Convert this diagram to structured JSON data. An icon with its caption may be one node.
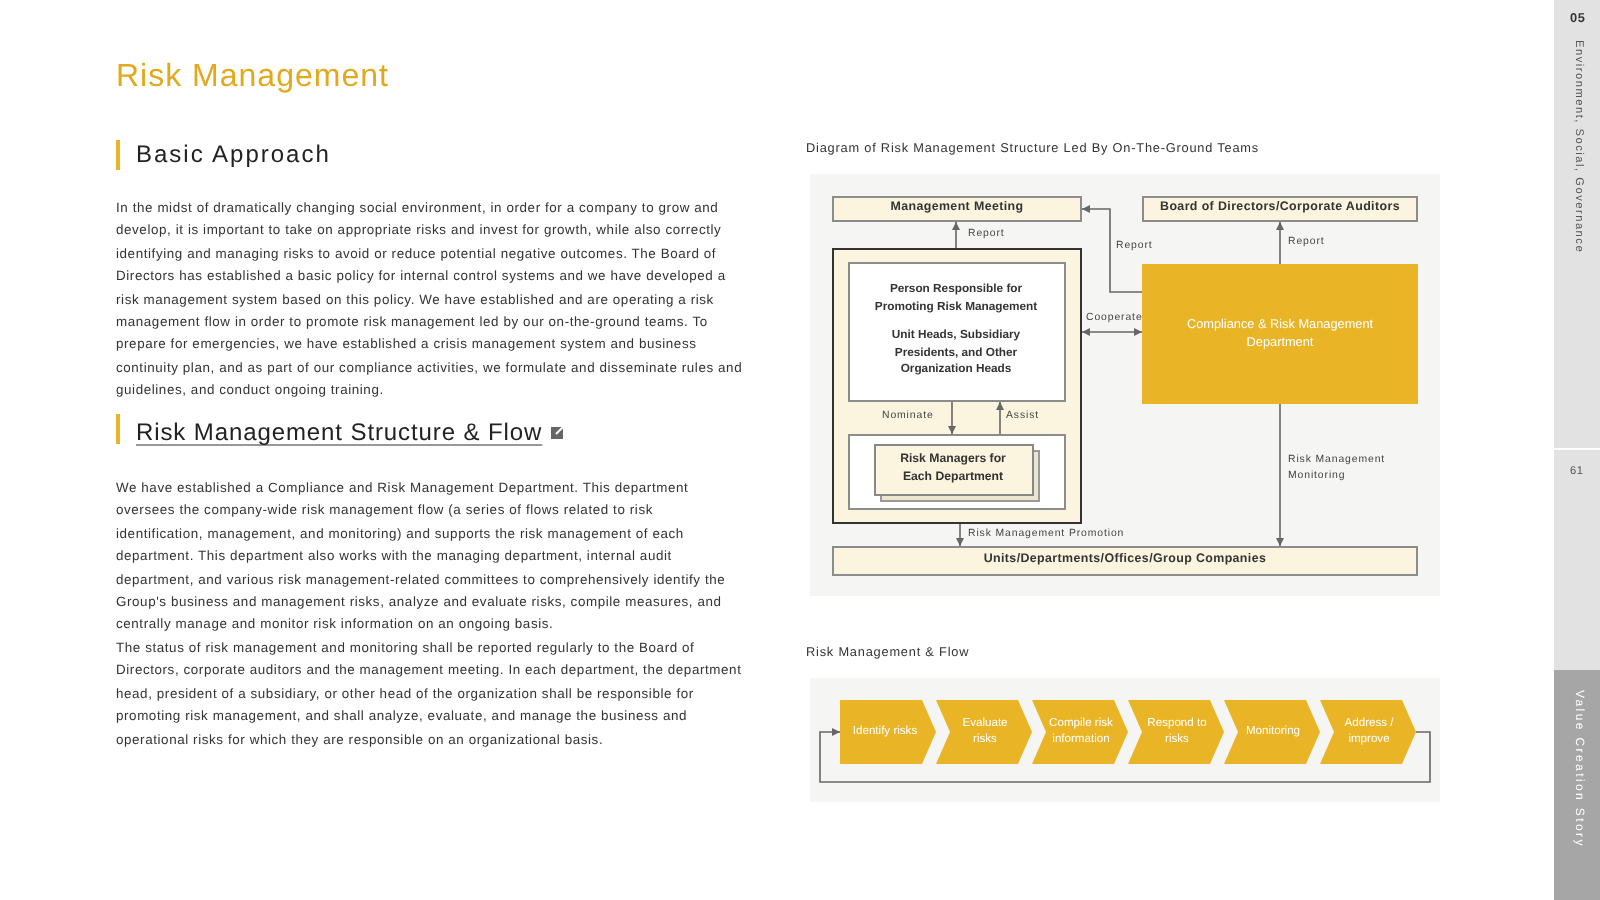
{
  "diagram": {
    "title": "Risk Management",
    "nodes": [
      {
        "text": [
          "Management Meeting"
        ]
      },
      {
        "text": [
          "Board of Directors/Corporate Auditors"
        ]
      },
      {
        "text": [],
        "shape": "box"
      },
      {
        "text": [
          "Person Responsible for Promoting Risk Management",
          "Unit Heads, Subsidiary Presidents, and Other Organization Heads"
        ],
        "in": 2
      },
      {
        "text": [],
        "shape": "box",
        "in": 2
      },
      {
        "text": [
          "Risk Managers for Each Department"
        ],
        "in": 4
      },
      {
        "text": [
          "Compliance & Risk Management Department"
        ]
      },
      {
        "text": [
          "Units/Departments/Offices/Group Companies"
        ]
      },
      {
        "text": [
          "Identify risks"
        ]
      },
      {
        "text": [
          "Evaluate risks"
        ]
      },
      {
        "text": [
          "Compile risk information"
        ]
      },
      {
        "text": [
          "Respond to risks"
        ]
      },
      {
        "text": [
          "Monitoring"
        ]
      },
      {
        "text": [
          "Address / improve"
        ]
      }
    ],
    "edges": [
      {
        "from": 2,
        "to": 0,
        "arrow": "to",
        "label": "Report"
      },
      {
        "from": 6,
        "to": 0,
        "arrow": "to",
        "label": "Report"
      },
      {
        "from": 6,
        "to": 1,
        "arrow": "to",
        "label": "Report"
      },
      {
        "from": 2,
        "to": 6,
        "arrow": "both",
        "label": "Cooperate"
      },
      {
        "from": 3,
        "to": 4,
        "arrow": "to",
        "label": "Nominate"
      },
      {
        "from": 4,
        "to": 3,
        "arrow": "to",
        "label": "Assist"
      },
      {
        "from": 2,
        "to": 7,
        "arrow": "to",
        "label": "Risk Management Promotion"
      },
      {
        "from": 6,
        "to": 7,
        "arrow": "to",
        "label": "Risk Management Monitoring"
      },
      {
        "from": 13,
        "to": 8,
        "arrow": "to"
      }
    ],
    "labels": [
      "Basic Approach",
      "In the midst of dramatically changing social environment, in order for a company to grow and develop, it is important to take on appropriate risks and invest for growth, while also correctly identifying and managing risks to avoid or reduce potential negative outcomes. The Board of Directors has established a basic policy for internal control systems and we have developed a risk management system based on this policy. We have established and are operating a risk management flow in order to promote risk management led by our on-the-ground teams. To prepare for emergencies, we have established a crisis management system and business continuity plan, and as part of our compliance activities, we formulate and disseminate rules and guidelines, and conduct ongoing training.",
      "Risk Management Structure & Flow",
      "We have established a Compliance and Risk Management Department. This department oversees the company-wide risk management flow (a series of flows related to risk identification, management, and monitoring) and supports the risk management of each department. This department also works with the managing department, internal audit department, and various risk management-related committees to comprehensively identify the Group's business and management risks, analyze and evaluate risks, compile measures, and centrally manage and monitor risk information on an ongoing basis.",
      "The status of risk management and monitoring shall be reported regularly to the Board of Directors, corporate auditors and the management meeting. In each department, the department head, president of a subsidiary, or other head of the organization shall be responsible for promoting risk management, and shall analyze, evaluate, and manage the business and operational risks for which they are responsible on an organizational basis.",
      "Diagram of Risk Management Structure Led By On-The-Ground Teams",
      "Risk Management & Flow",
      "05",
      "Environment, Social, Governance",
      "61",
      "Value Creation Story"
    ]
  }
}
